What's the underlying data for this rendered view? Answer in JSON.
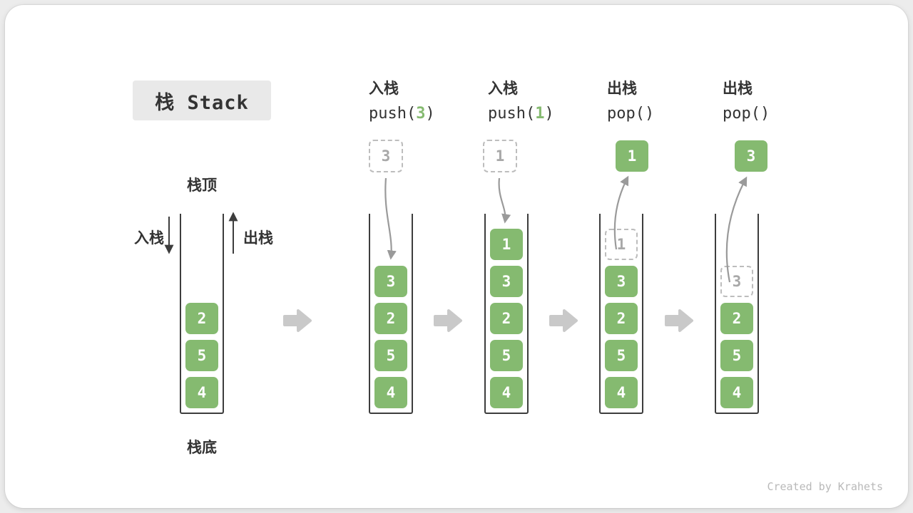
{
  "colors": {
    "green": "#85BA70",
    "ink": "#333333",
    "gray-arrow": "#9a9a9a",
    "block-arrow": "#c9c9c9",
    "ghost-border": "#bdbdbd",
    "ghost-text": "#a8a8a8",
    "title-bg": "#e9e9e9",
    "stack-border": "#3d3d3d",
    "watermark": "#b9b9b9"
  },
  "title": "栈 Stack",
  "base_stack": {
    "top_label": "栈顶",
    "bottom_label": "栈底",
    "push_label": "入栈",
    "pop_label": "出栈",
    "elements": [
      "4",
      "5",
      "2"
    ]
  },
  "steps": [
    {
      "op": "入栈",
      "code_pre": "push(",
      "code_arg": "3",
      "code_post": ")",
      "float": {
        "value": "3",
        "style": "dashed"
      },
      "elements": [
        "4",
        "5",
        "2",
        "3"
      ]
    },
    {
      "op": "入栈",
      "code_pre": "push(",
      "code_arg": "1",
      "code_post": ")",
      "float": {
        "value": "1",
        "style": "dashed"
      },
      "elements": [
        "4",
        "5",
        "2",
        "3",
        "1"
      ]
    },
    {
      "op": "出栈",
      "code_pre": "pop(",
      "code_arg": "",
      "code_post": ")",
      "float": {
        "value": "1",
        "style": "solid"
      },
      "elements": [
        "4",
        "5",
        "2",
        "3"
      ],
      "ghost": "1"
    },
    {
      "op": "出栈",
      "code_pre": "pop(",
      "code_arg": "",
      "code_post": ")",
      "float": {
        "value": "3",
        "style": "solid"
      },
      "elements": [
        "4",
        "5",
        "2"
      ],
      "ghost": "3"
    }
  ],
  "watermark": "Created by Krahets"
}
